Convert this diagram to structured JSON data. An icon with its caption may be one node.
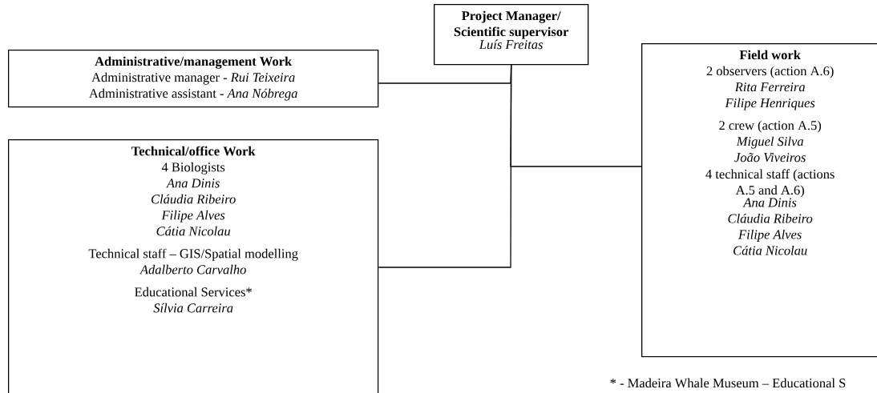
{
  "diagram": {
    "nodes": [
      {
        "text": [
          "Project Manager/ Scientific supervisor",
          "Luís Freitas"
        ]
      },
      {
        "text": [
          "Administrative/management Work",
          "Administrative manager - *Rui Teixeira*",
          "Administrative assistant - *Ana Nóbrega*"
        ]
      },
      {
        "text": [
          "Technical/office Work",
          "4 Biologists",
          "Ana Dinis",
          "Cláudia Ribeiro",
          "Filipe Alves",
          "Cátia Nicolau",
          "Technical staff – GIS/Spatial modelling",
          "Adalberto Carvalho",
          "Educational Services*",
          "Sílvia Carreira"
        ]
      },
      {
        "text": [
          "Field work",
          "2 observers (action A.6)",
          "Rita Ferreira",
          "Filipe Henriques",
          "2 crew (action A.5)",
          "Miguel Silva",
          "João Viveiros",
          "4 technical staff (actions A.5 and A.6)",
          "Ana Dinis",
          "Cláudia Ribeiro",
          "Filipe Alves",
          "Cátia Nicolau"
        ]
      }
    ],
    "edges": [
      {
        "from": 0,
        "to": 1,
        "arrow": "none"
      },
      {
        "from": 0,
        "to": 2,
        "arrow": "none"
      },
      {
        "from": 0,
        "to": 3,
        "arrow": "none"
      }
    ],
    "labels": [
      "* - Madeira Whale Museum – Educational S"
    ]
  }
}
